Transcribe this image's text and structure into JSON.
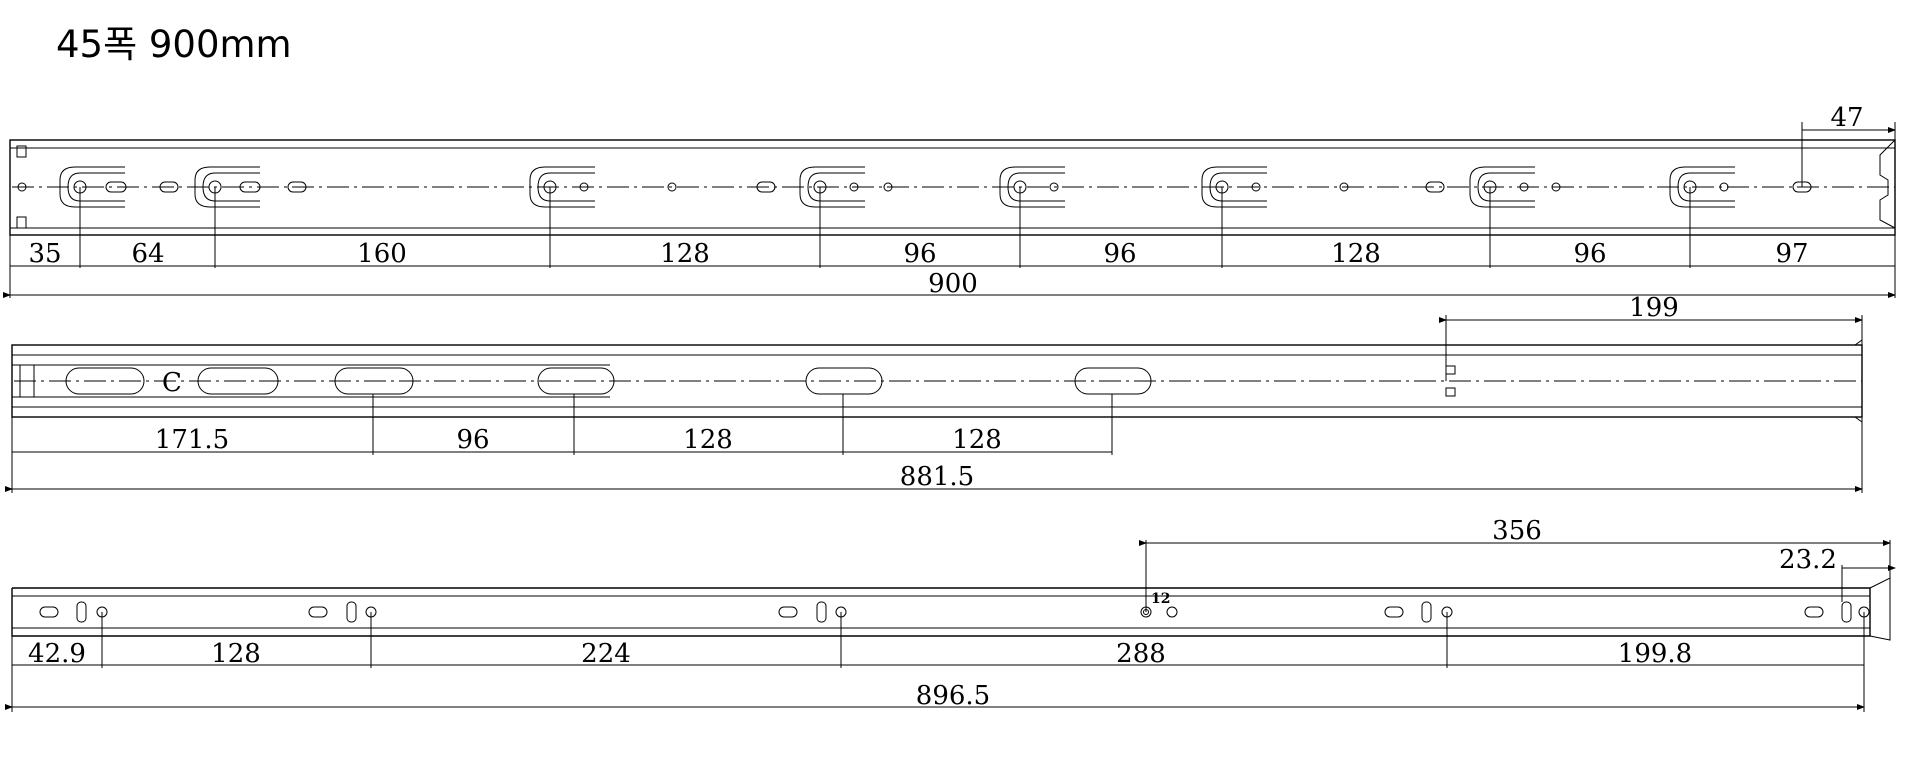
{
  "title": "45폭 900mm",
  "rail_top": {
    "dims": [
      "35",
      "64",
      "160",
      "128",
      "96",
      "96",
      "128",
      "96",
      "97"
    ],
    "total": "900",
    "end_dim": "47"
  },
  "rail_middle": {
    "dims": [
      "171.5",
      "96",
      "128",
      "128"
    ],
    "total": "881.5",
    "span_dim": "199",
    "label_c": "C"
  },
  "rail_bottom": {
    "dims": [
      "42.9",
      "128",
      "224",
      "288",
      "199.8"
    ],
    "total": "896.5",
    "span_dim": "356",
    "end_dim": "23.2",
    "hole_label": "12"
  }
}
